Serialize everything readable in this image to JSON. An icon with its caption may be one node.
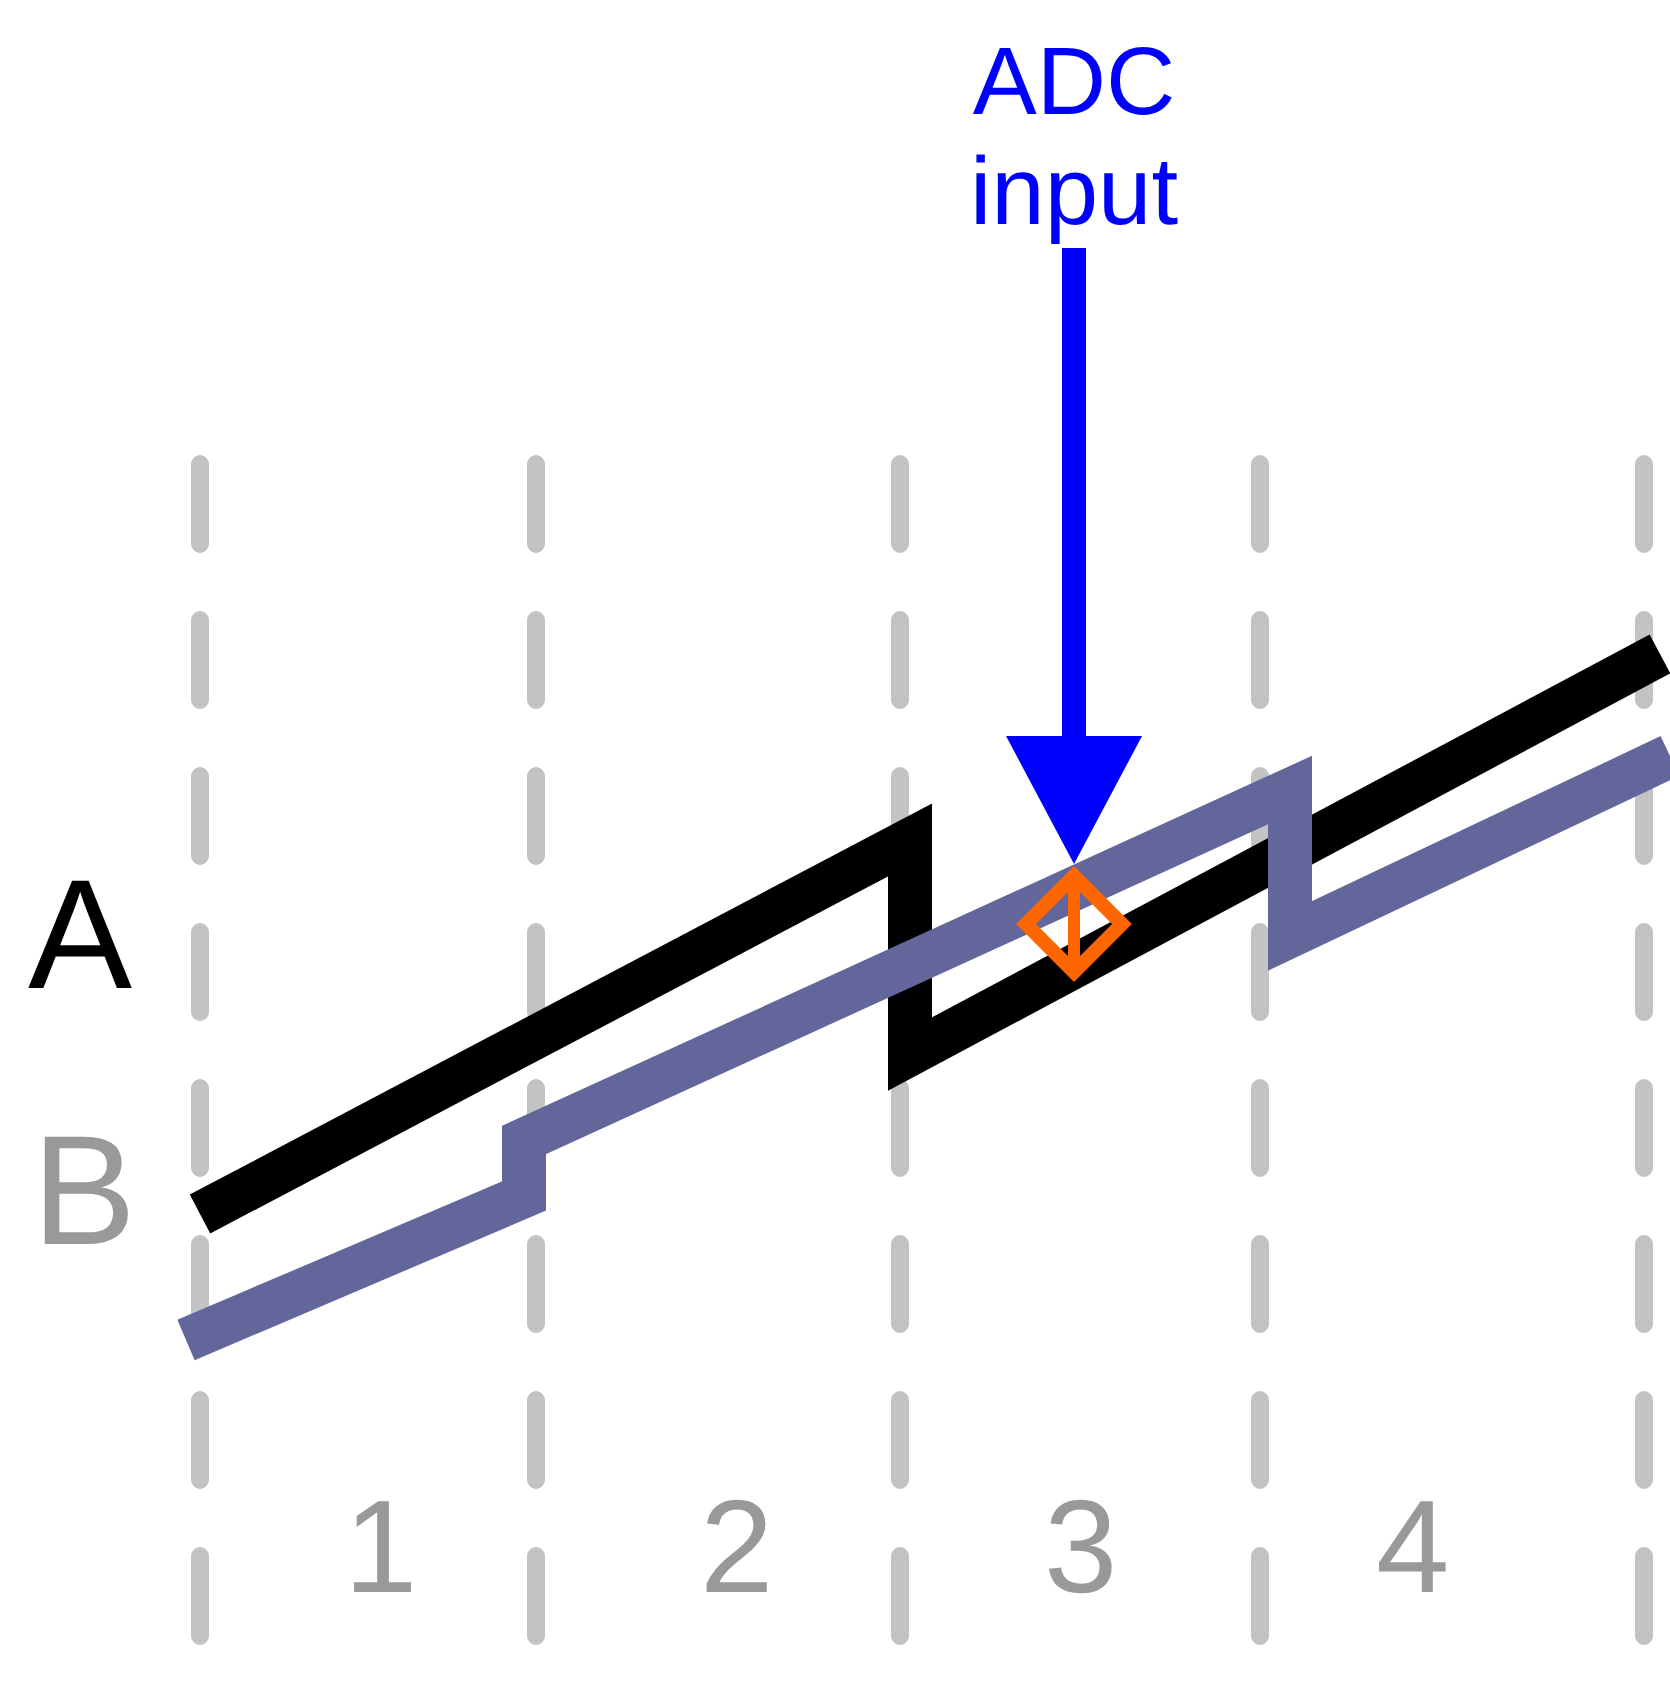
{
  "diagram": {
    "nodes": [
      {
        "text": [
          "ADC input"
        ]
      },
      {
        "text": [],
        "shape": "diamond"
      }
    ],
    "edges": [
      {
        "from": 0,
        "to": 1,
        "arrow": "to"
      }
    ],
    "labels": [
      "A",
      "B",
      "1",
      "2",
      "3",
      "4"
    ]
  }
}
